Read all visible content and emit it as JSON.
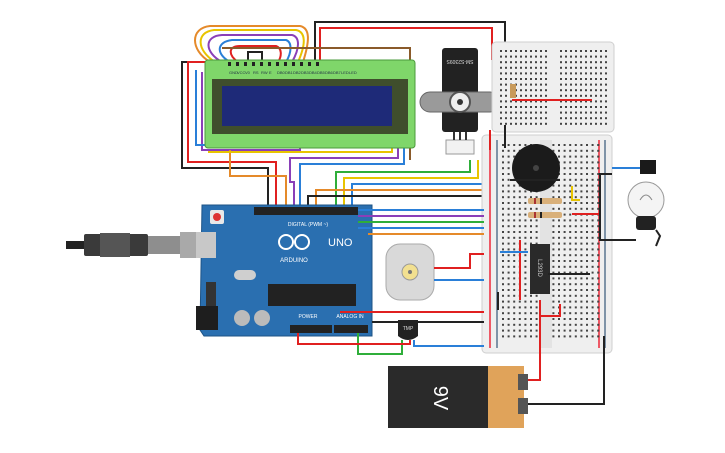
{
  "circuit": {
    "arduino": {
      "brand": "ARDUINO",
      "model": "UNO",
      "digital_header": "DIGITAL (PWM ~)",
      "power_header": "POWER",
      "analog_header": "ANALOG IN",
      "board_color": "#2a6fb0"
    },
    "lcd": {
      "pin_labels": [
        "GND",
        "VCC",
        "V0",
        "RS",
        "RW",
        "E",
        "DB0",
        "DB1",
        "DB2",
        "DB3",
        "DB4",
        "DB5",
        "DB6",
        "DB7",
        "LED",
        "LED"
      ],
      "pcb_color": "#7fd66a",
      "screen_color": "#1e2a78"
    },
    "servo": {
      "label": "SM-S2309S"
    },
    "sensor": {
      "label": "TMP"
    },
    "chip": {
      "label": "L293D"
    },
    "battery": {
      "label": "9V"
    },
    "colors": {
      "wire_red": "#e02020",
      "wire_black": "#222222",
      "wire_green": "#2fae3a",
      "wire_blue": "#2a7fd8",
      "wire_orange": "#e58a2a",
      "wire_yellow": "#e8c400",
      "wire_purple": "#8a3fb8",
      "wire_brown": "#8a5a2a"
    }
  }
}
